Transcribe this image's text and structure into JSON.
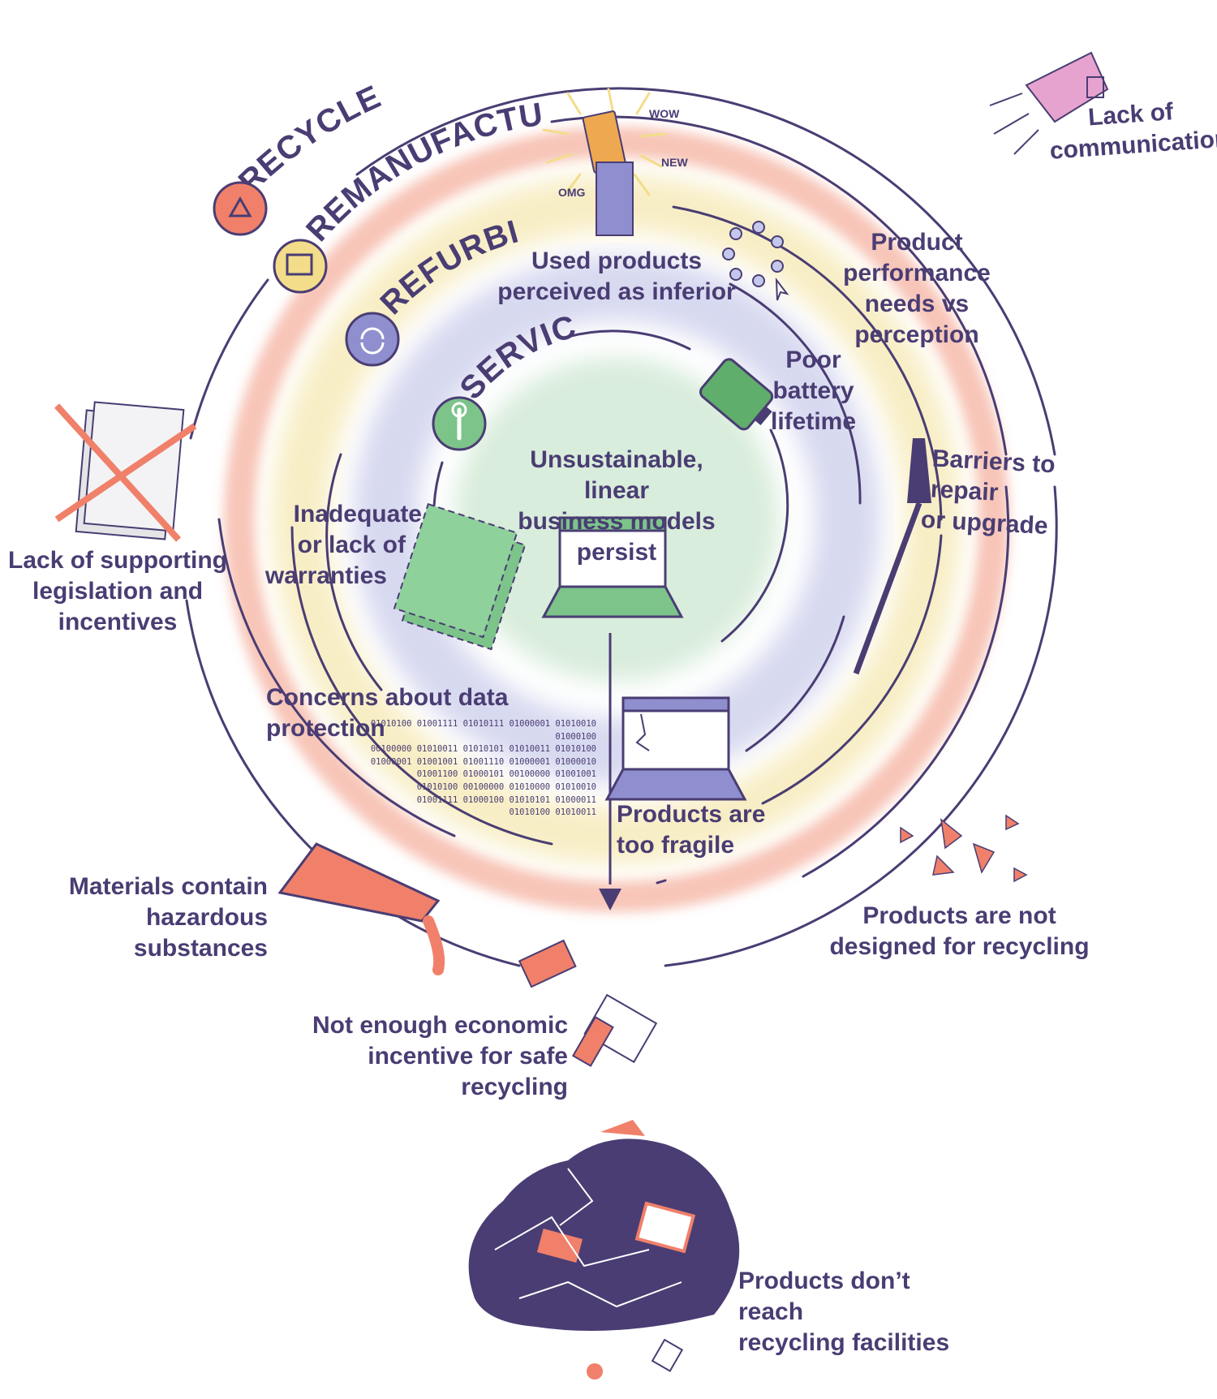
{
  "rings": {
    "recycle": "RECYCLE",
    "remanufacture": "REMANUFACTURE",
    "refurbish": "REFURBISH",
    "service": "SERVICE"
  },
  "center_text": [
    "Unsustainable, linear",
    "business models persist"
  ],
  "barriers": {
    "lack_of_communication": [
      "Lack of",
      "communication"
    ],
    "used_products_inferior": [
      "Used products",
      "perceived as inferior"
    ],
    "performance_vs_perception": [
      "Product performance",
      "needs vs perception"
    ],
    "poor_battery": [
      "Poor battery",
      "lifetime"
    ],
    "barriers_repair": [
      "Barriers to repair",
      "or upgrade"
    ],
    "warranties": [
      "Inadequate",
      "or lack of",
      "warranties"
    ],
    "legislation": [
      "Lack of supporting",
      "legislation and",
      "incentives"
    ],
    "data_protection": "Concerns about data protection",
    "too_fragile": [
      "Products are",
      "too fragile"
    ],
    "hazardous": [
      "Materials contain",
      "hazardous substances"
    ],
    "not_designed_recycling": [
      "Products are not",
      "designed for recycling"
    ],
    "economic_incentive": [
      "Not enough economic",
      "incentive for safe recycling"
    ],
    "dont_reach": [
      "Products don’t reach",
      "recycling facilities"
    ]
  },
  "hype_words": {
    "wow": "WOW",
    "new": "NEW",
    "omg": "OMG"
  },
  "binary_lines": [
    "01010100 01001111 01010111 01000001 01010010 01000100",
    "00100000 01010011 01010101 01010011 01010100",
    "01000001 01001001 01001110 01000001 01000010",
    "01001100 01000101 00100000 01001001",
    "01010100 00100000 01010000 01010010",
    "01001111 01000100 01010101 01000011",
    "01010100 01010011"
  ],
  "colors": {
    "primary": "#4a3d73",
    "recycle": "#f0806a",
    "remanufacture": "#f3dd8a",
    "refurbish": "#8f8fcf",
    "service": "#7cc48a",
    "pink": "#e7a3cf"
  }
}
